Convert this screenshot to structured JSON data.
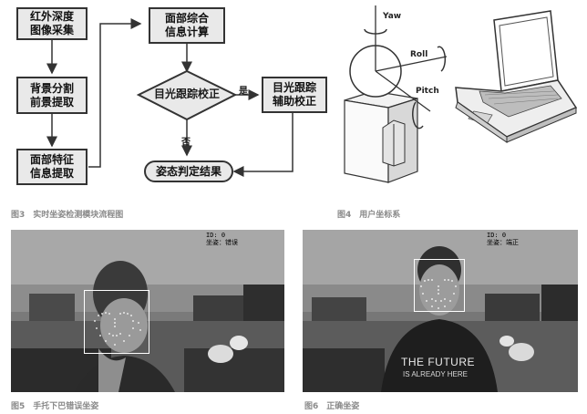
{
  "flowchart": {
    "box_infrared": [
      "红外深度",
      "图像采集"
    ],
    "box_face_info": [
      "面部综合",
      "信息计算"
    ],
    "box_background": [
      "背景分割",
      "前景提取"
    ],
    "decision_gaze": "目光跟踪校正",
    "box_gaze_assist": [
      "目光跟踪",
      "辅助校正"
    ],
    "edge_yes": "是",
    "edge_no": "否",
    "box_face_feature": [
      "面部特征",
      "信息提取"
    ],
    "box_result": "姿态判定结果"
  },
  "coords": {
    "yaw": "Yaw",
    "roll": "Roll",
    "pitch": "Pitch"
  },
  "captions": {
    "fig3": "图3　实时坐姿检测模块流程图",
    "fig4": "图4　用户坐标系",
    "fig5": "图5　手托下巴错误坐姿",
    "fig6": "图6　正确坐姿"
  },
  "photo_left": {
    "id_label": "ID: 0",
    "status": "坐姿：错误"
  },
  "photo_right": {
    "id_label": "ID: 0",
    "status": "坐姿：端正",
    "shirt_line1": "THE FUTURE",
    "shirt_line2": "IS ALREADY HERE"
  }
}
